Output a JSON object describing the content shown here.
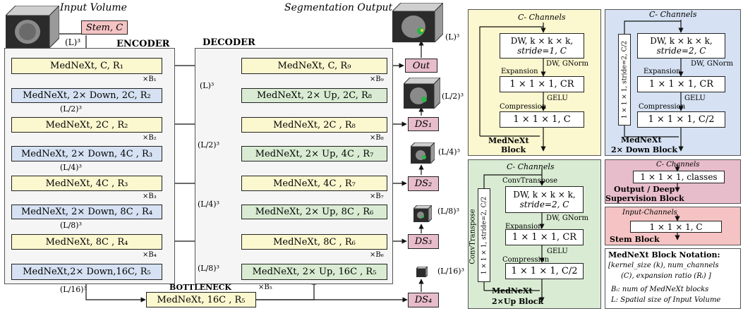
{
  "header": {
    "input_volume": "Input Volume",
    "segmentation_output": "Segmentation Output"
  },
  "stem": "Stem, C",
  "sizes": {
    "L": "(L)³",
    "L2": "(L/2)³",
    "L4": "(L/4)³",
    "L8": "(L/8)³",
    "L16": "(L/16)³"
  },
  "encoder": {
    "title": "ENCODER",
    "blocks": [
      "MedNeXt, C, R₁",
      "MedNeXt, 2× Down, 2C, R₂",
      "MedNeXt, 2C , R₂",
      "MedNeXt, 2× Down, 4C , R₃",
      "MedNeXt, 4C , R₃",
      "MedNeXt, 2× Down, 8C , R₄",
      "MedNeXt, 8C , R₄",
      "MedNeXt,2× Down,16C, R₅"
    ],
    "repeats": [
      "×B₁",
      "×B₂",
      "×B₃",
      "×B₄"
    ]
  },
  "decoder": {
    "title": "DECODER",
    "blocks": [
      "MedNeXt, C, R₉",
      "MedNeXt, 2× Up, 2C, R₈",
      "MedNeXt, 2C , R₈",
      "MedNeXt, 2× Up, 4C , R₇",
      "MedNeXt, 4C , R₇",
      "MedNeXt, 2× Up, 8C , R₆",
      "MedNeXt, 8C , R₆",
      "MedNeXt, 2× Up, 16C , R₅"
    ],
    "repeats": [
      "×B₉",
      "×B₈",
      "×B₇",
      "×B₆"
    ]
  },
  "bottleneck": {
    "title": "BOTTLENECK",
    "block": "MedNeXt, 16C , R₅",
    "repeat": "×B₅"
  },
  "outputs": {
    "out": "Out",
    "ds": [
      "DS₁",
      "DS₂",
      "DS₃",
      "DS₄"
    ]
  },
  "mednext_block": {
    "channels": "C- Channels",
    "dw": "DW, k × k × k,",
    "dw2": "stride=1, C",
    "dw_note": "DW, GNorm",
    "expansion": "Expansion",
    "exp_block": "1 × 1 × 1, CR",
    "gelu": "GELU",
    "compression": "Compression",
    "comp_block": "1 × 1 × 1, C",
    "name1": "MedNeXt",
    "name2": "Block"
  },
  "down_block": {
    "channels": "C- Channels",
    "side": "1 × 1 × 1, stride=2, C/2",
    "dw": "DW, k × k × k,",
    "dw2": "stride=2, C",
    "dw_note": "DW, GNorm",
    "expansion": "Expansion",
    "exp_block": "1 × 1 × 1, CR",
    "gelu": "GELU",
    "compression": "Compression",
    "comp_block": "1 × 1 × 1, C/2",
    "name1": "MedNeXt",
    "name2": "2× Down Block"
  },
  "up_block": {
    "channels": "C- Channels",
    "convtranspose_side": "ConvTranspose",
    "side": "1 × 1 × 1, stride=2, C/2",
    "convtranspose": "ConvTranspose",
    "dw": "DW, k × k × k,",
    "dw2": "stride=2, C",
    "dw_note": "DW, GNorm",
    "expansion": "Expansion",
    "exp_block": "1 × 1 × 1, CR",
    "gelu": "GELU",
    "compression": "Compression",
    "comp_block": "1 × 1 × 1, C/2",
    "name1": "MedNeXt",
    "name2": "2×Up Block"
  },
  "output_block": {
    "channels": "C- Channels",
    "block": "1 × 1 × 1, classes",
    "name1": "Output / Deep",
    "name2": "Supervision Block"
  },
  "stem_block": {
    "channels": "Input-Channels",
    "block": "1 × 1 × 1, C",
    "name": "Stem Block"
  },
  "notation": {
    "title": "MedNeXt Block Notation:",
    "line1": "[kernel_size (k), num_channels",
    "line2": "(C), expansion ratio (Rᵢ) ]",
    "line3": "Bᵢ: num of MedNeXt blocks",
    "line4": "L: Spatial size of Input Volume"
  },
  "colors": {
    "yellow": "#fbf7cf",
    "blue": "#d6e2f3",
    "green": "#d9ecd3",
    "pink": "#e7bccb",
    "salmon": "#f5c3c3"
  }
}
